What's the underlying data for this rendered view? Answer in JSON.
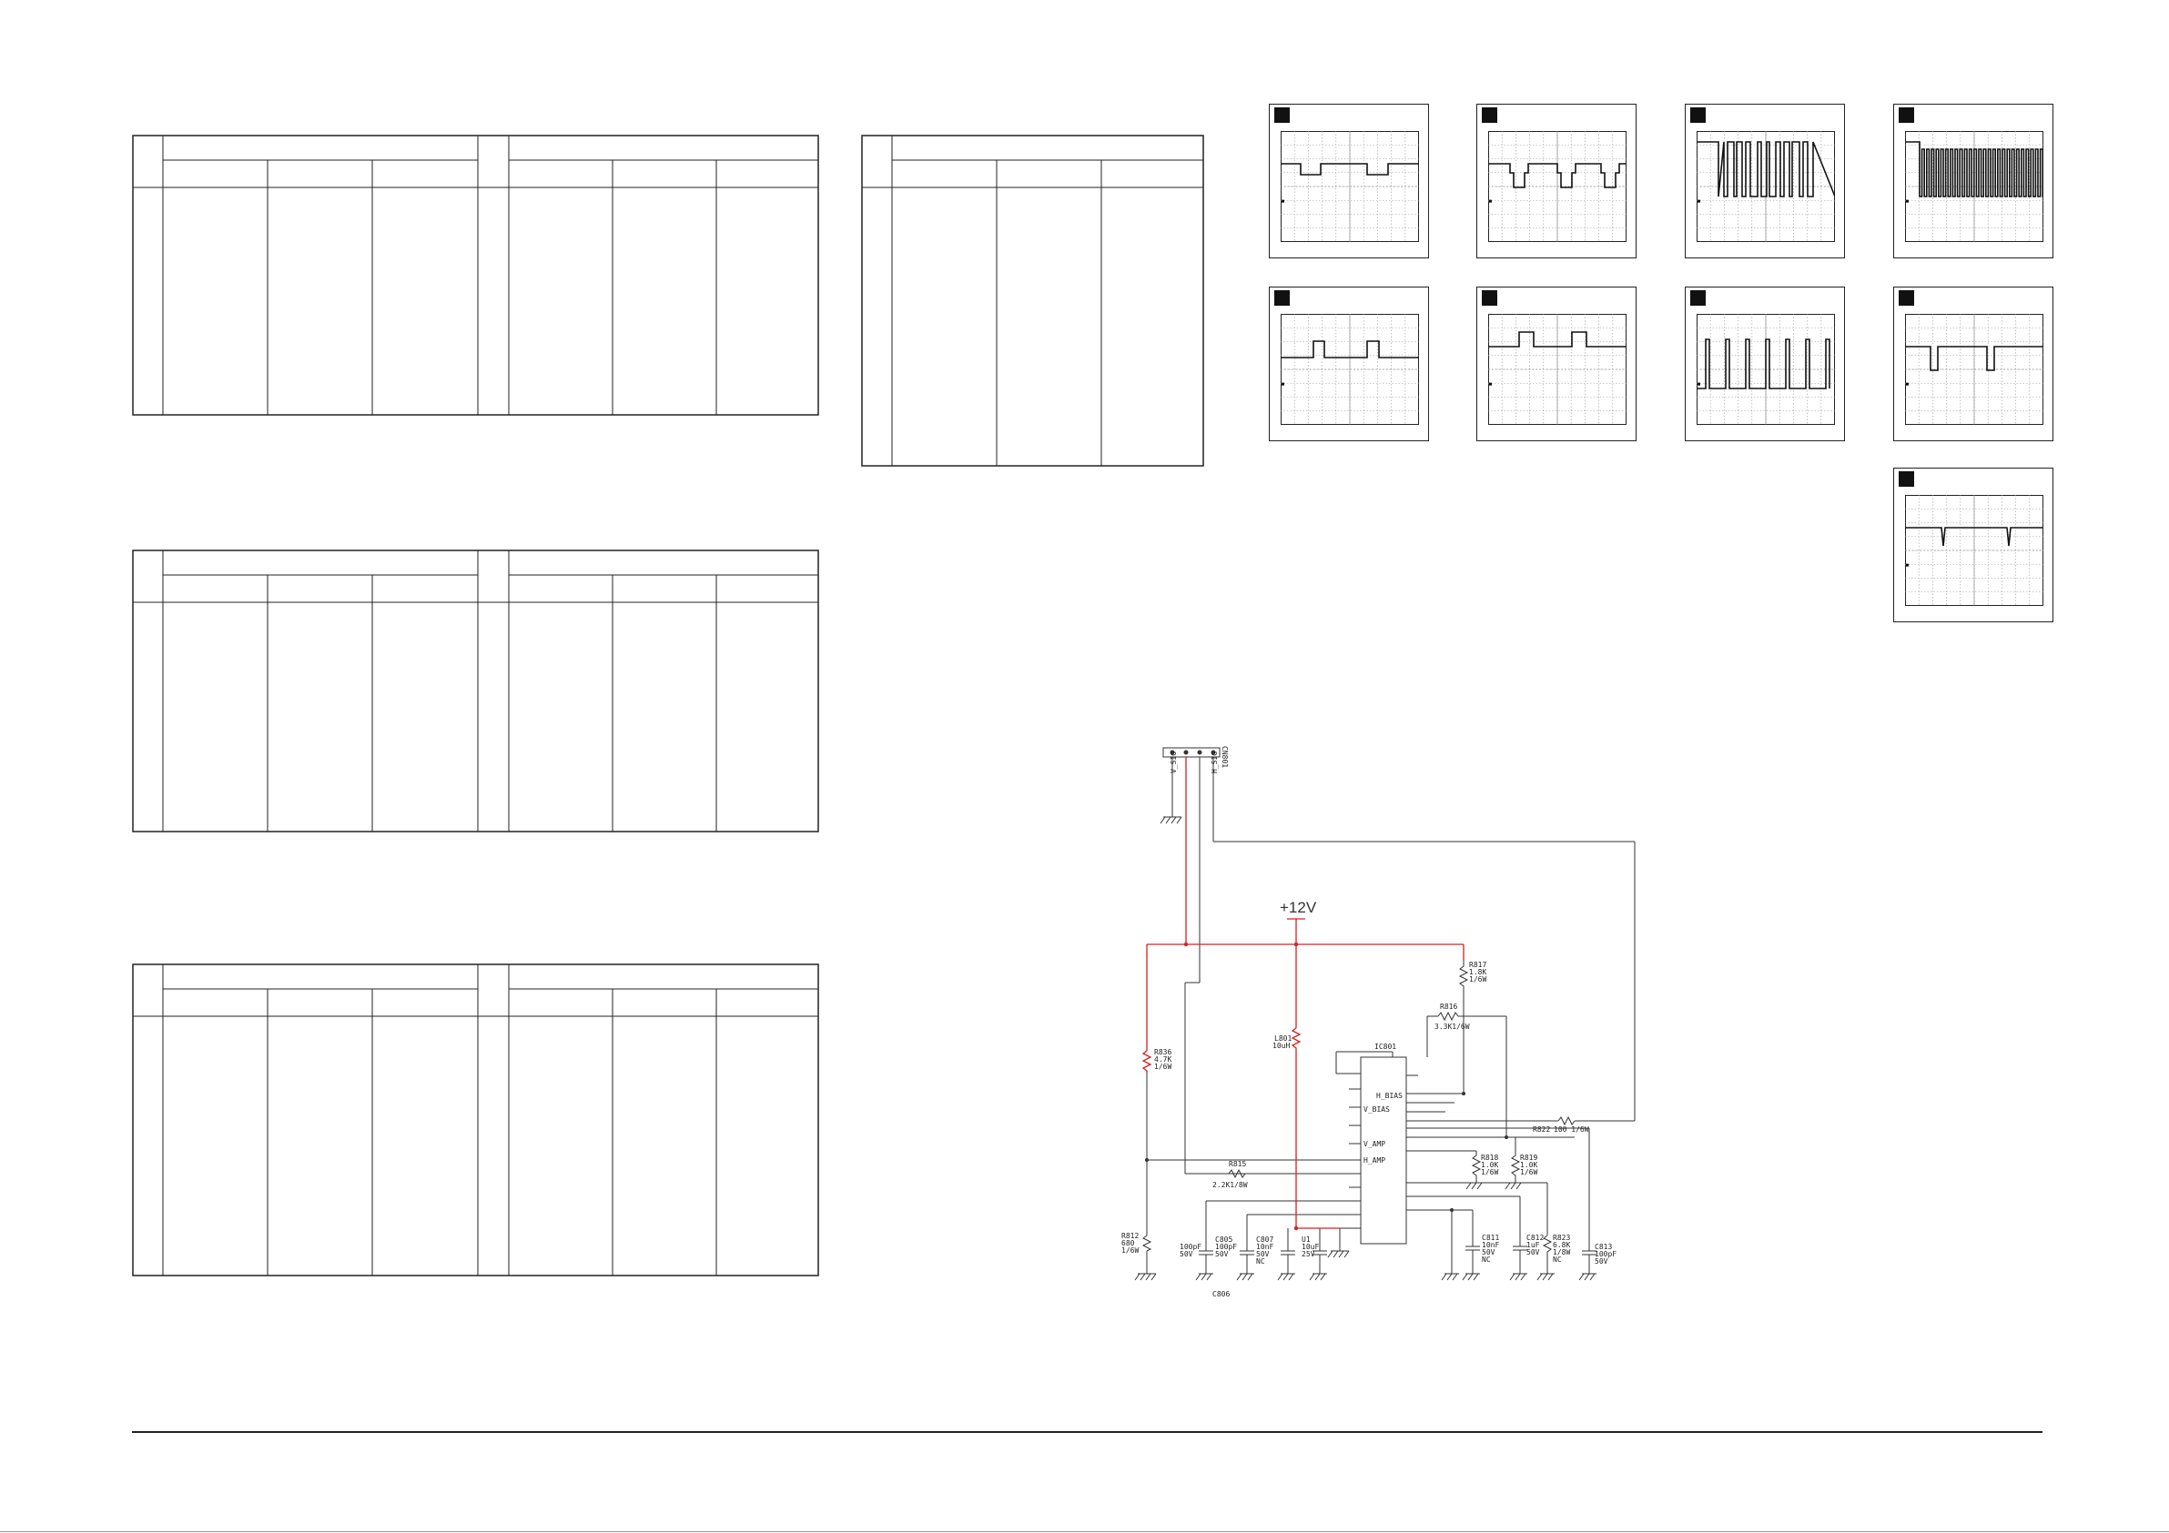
{
  "schematic": {
    "supply_label": "+12V",
    "ic_label": "IC801",
    "connector_label": "CN801",
    "pin_labels": {
      "h_bias": "H_BIAS",
      "v_bias": "V_BIAS",
      "v_amp": "V_AMP",
      "h_amp": "H_AMP"
    },
    "net_labels": {
      "v_sig": "V_SIG",
      "h_sig": "H_SIG"
    },
    "components": [
      {
        "ref": "R817",
        "value": "1.8K",
        "rating": "1/6W"
      },
      {
        "ref": "R816",
        "value": "3.3K1/6W",
        "rating": ""
      },
      {
        "ref": "R836",
        "value": "4.7K",
        "rating": "1/6W"
      },
      {
        "ref": "L801",
        "value": "10uH",
        "rating": ""
      },
      {
        "ref": "R822",
        "value": "100 1/6W",
        "rating": ""
      },
      {
        "ref": "R818",
        "value": "1.0K",
        "rating": "1/6W"
      },
      {
        "ref": "R819",
        "value": "1.0K",
        "rating": "1/6W"
      },
      {
        "ref": "R815",
        "value": "2.2K1/8W",
        "rating": ""
      },
      {
        "ref": "R812",
        "value": "680",
        "rating": "1/6W"
      },
      {
        "ref": "C805",
        "value": "100pF",
        "rating": "50V"
      },
      {
        "ref": "C806",
        "value": "",
        "rating": ""
      },
      {
        "ref": "C807",
        "value": "10nF",
        "rating": "50V"
      },
      {
        "ref": "U1",
        "value": "10uF",
        "rating": "25V"
      },
      {
        "ref": "C811",
        "value": "10nF",
        "rating": "50V"
      },
      {
        "ref": "C812",
        "value": "1uF",
        "rating": "50V"
      },
      {
        "ref": "R823",
        "value": "6.8K",
        "rating": "1/8W"
      },
      {
        "ref": "C813",
        "value": "100pF",
        "rating": "50V"
      }
    ],
    "cap_left": {
      "value": "100pF",
      "rating": "50V"
    },
    "nc_label": "NC",
    "colors": {
      "highlight": "#d62020",
      "line": "#333333"
    }
  },
  "waveforms": [
    {
      "id": "wf-1",
      "shape": "wide-pulse-low"
    },
    {
      "id": "wf-2",
      "shape": "notched-pulse"
    },
    {
      "id": "wf-3",
      "shape": "pulse-burst"
    },
    {
      "id": "wf-4",
      "shape": "dense-burst"
    },
    {
      "id": "wf-5",
      "shape": "positive-pulse"
    },
    {
      "id": "wf-6",
      "shape": "positive-pulse-wide"
    },
    {
      "id": "wf-7",
      "shape": "pulse-train"
    },
    {
      "id": "wf-8",
      "shape": "negative-pulse"
    },
    {
      "id": "wf-9",
      "shape": "negative-spike"
    }
  ]
}
